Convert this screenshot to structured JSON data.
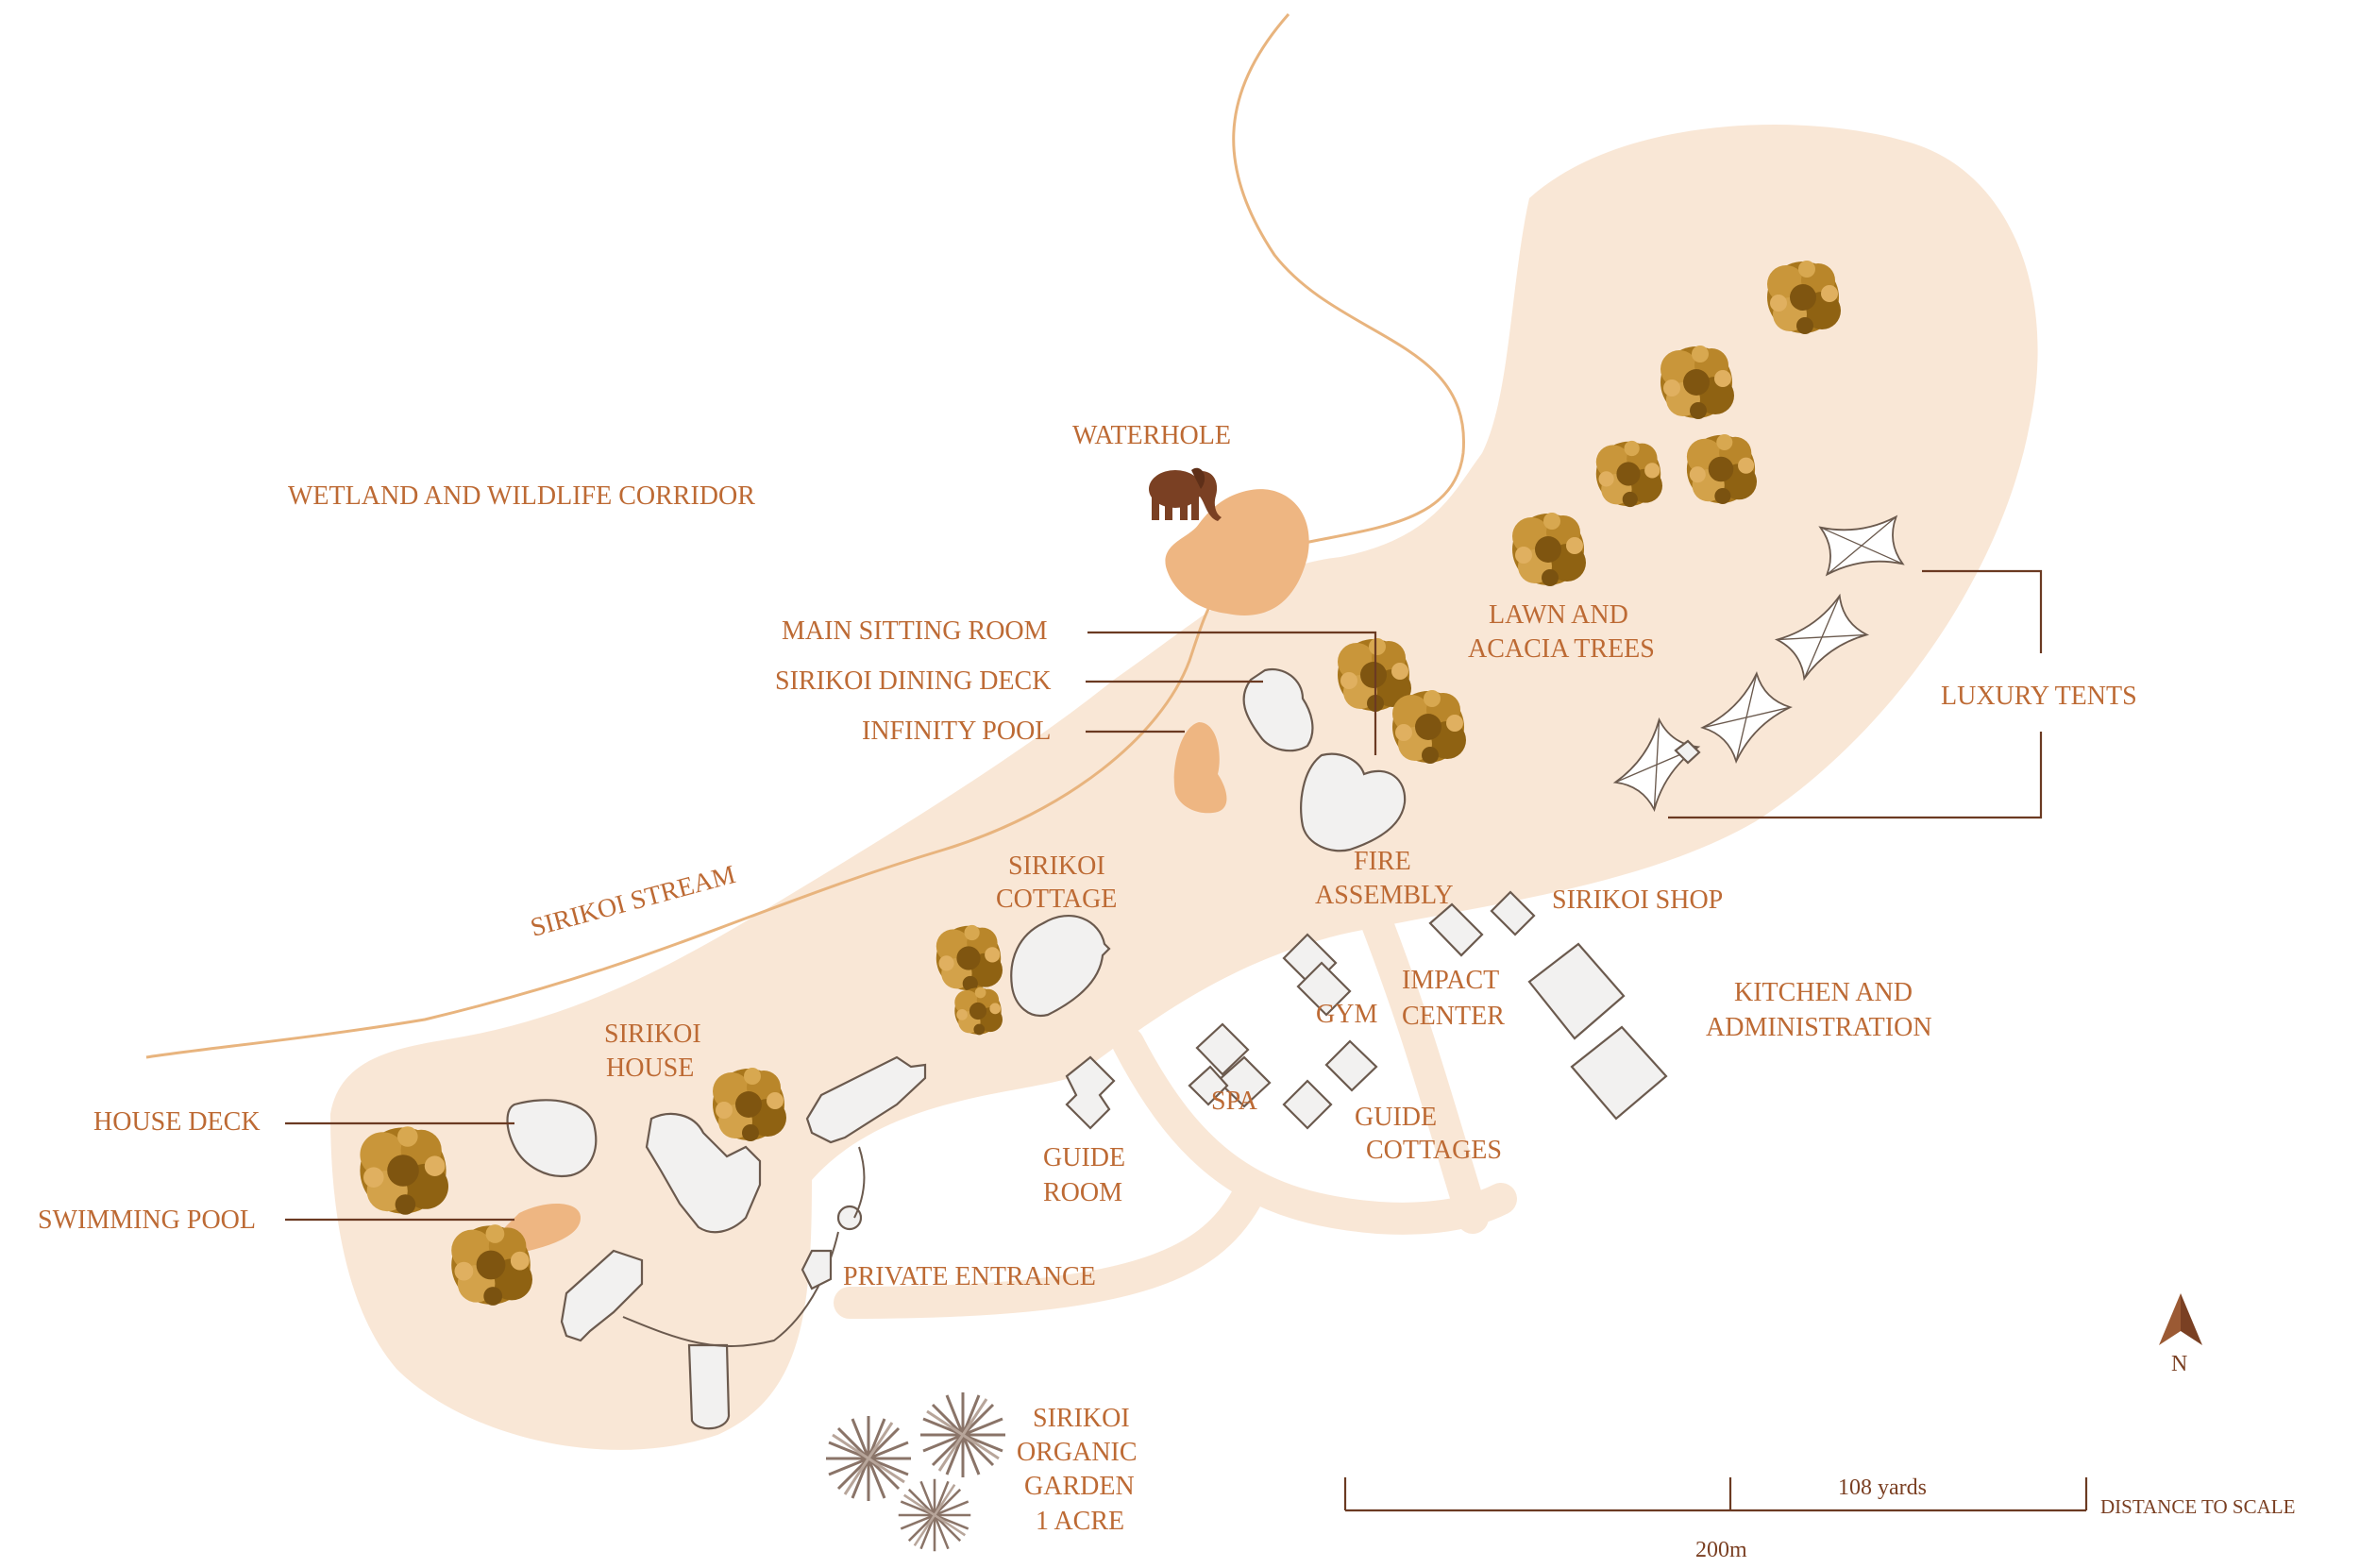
{
  "title": "",
  "colors": {
    "land": "#f9e7d6",
    "water": "#eeb682",
    "label": "#bd6a34",
    "tree_dark": "#9a6a14",
    "tree_light": "#d3a24a",
    "building_fill": "#f2f1f0",
    "building_stroke": "#6b5a4e",
    "leader": "#6b3a22",
    "elephant": "#7a4023"
  },
  "labels": {
    "wetland": "WETLAND AND WILDLIFE CORRIDOR",
    "waterhole": "WATERHOLE",
    "main_sitting_room": "MAIN SITTING ROOM",
    "dining_deck": "SIRIKOI DINING DECK",
    "infinity_pool": "INFINITY POOL",
    "lawn_line1": "LAWN AND",
    "lawn_line2": "ACACIA TREES",
    "luxury_tents": "LUXURY TENTS",
    "stream": "SIRIKOI STREAM",
    "cottage_line1": "SIRIKOI",
    "cottage_line2": "COTTAGE",
    "fire_line1": "FIRE",
    "fire_line2": "ASSEMBLY",
    "shop": "SIRIKOI SHOP",
    "impact_line1": "IMPACT",
    "impact_line2": "CENTER",
    "gym": "GYM",
    "kitchen_line1": "KITCHEN AND",
    "kitchen_line2": "ADMINISTRATION",
    "house_line1": "SIRIKOI",
    "house_line2": "HOUSE",
    "house_deck": "HOUSE DECK",
    "swimming_pool": "SWIMMING POOL",
    "spa": "SPA",
    "guide_cottages_line1": "GUIDE",
    "guide_cottages_line2": "COTTAGES",
    "guide_room_line1": "GUIDE",
    "guide_room_line2": "ROOM",
    "private_entrance": "PRIVATE ENTRANCE",
    "garden_line1": "SIRIKOI",
    "garden_line2": "ORGANIC",
    "garden_line3": "GARDEN",
    "garden_line4": "1 ACRE"
  },
  "scale": {
    "yards": "108 yards",
    "meters": "200m",
    "caption": "DISTANCE TO SCALE"
  },
  "compass": {
    "label": "N",
    "icon": "north-arrow-icon"
  }
}
